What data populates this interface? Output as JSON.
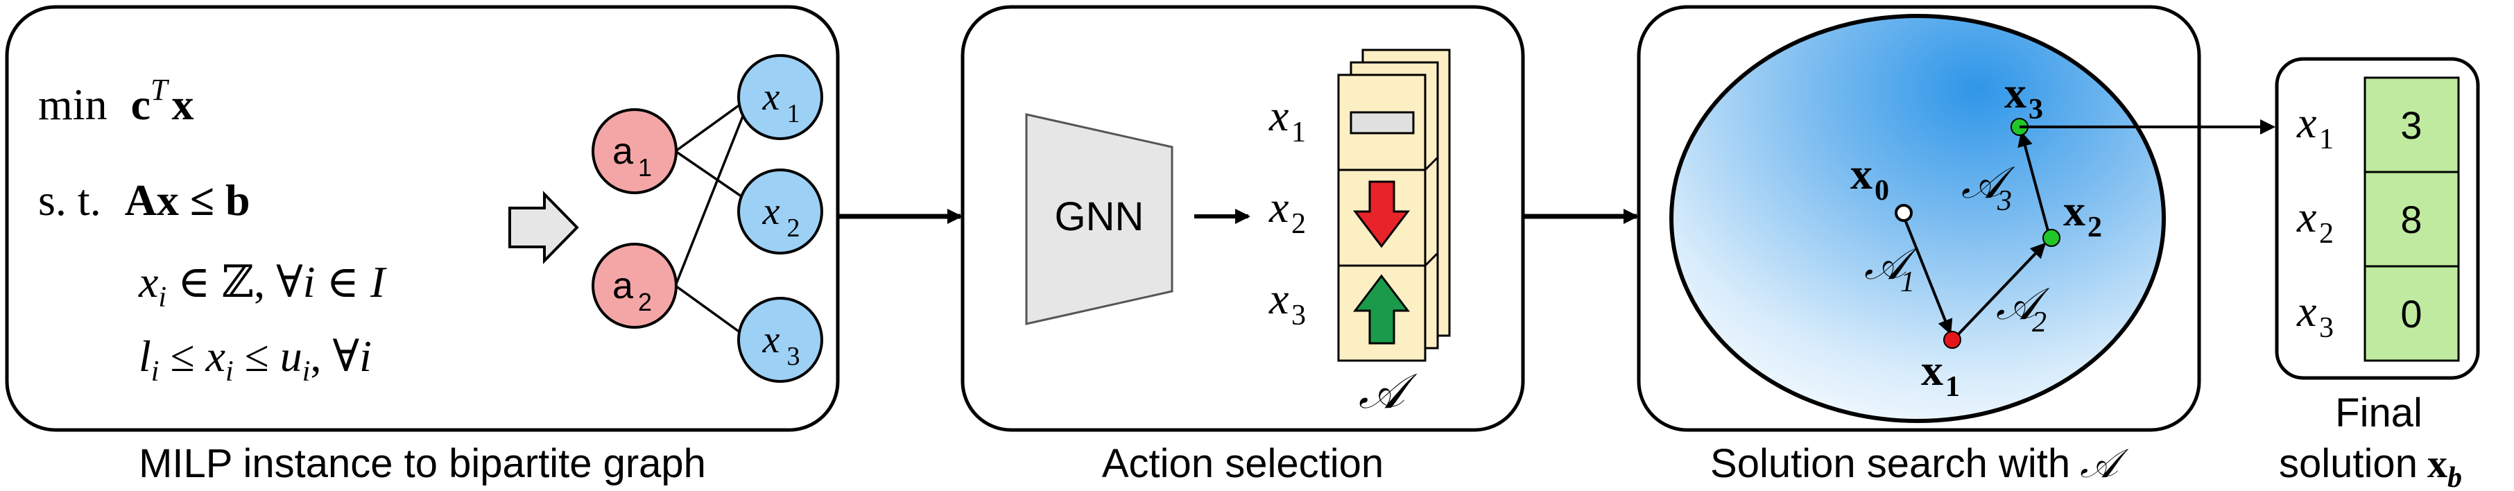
{
  "panels": {
    "milp": {
      "caption": "MILP instance to bipartite graph",
      "objective": {
        "prefix": "min",
        "expr": "c",
        "sup": "T",
        "var": "x"
      },
      "constraint_main": {
        "prefix": "s. t.",
        "expr": "Ax ≤ b"
      },
      "constraint_int": "x_i ∈ ℤ, ∀i ∈ I",
      "constraint_bounds": "l_i ≤ x_i ≤ u_i, ∀i",
      "constraint_nodes": [
        "a1",
        "a2"
      ],
      "variable_nodes": [
        "x1",
        "x2",
        "x3"
      ]
    },
    "action": {
      "caption": "Action selection",
      "gnn_label": "GNN",
      "rows": [
        "x1",
        "x2",
        "x3"
      ],
      "stack_symbol": "𝒜",
      "actions": [
        "neutral",
        "decrease",
        "increase"
      ]
    },
    "search": {
      "caption_prefix": "Solution search with",
      "caption_symbol": "𝒜",
      "points": [
        "x0",
        "x1",
        "x2",
        "x3"
      ],
      "steps": [
        "𝒜1",
        "𝒜2",
        "𝒜3"
      ]
    },
    "final": {
      "caption_line1": "Final",
      "caption_line2": "solution",
      "caption_symbol": "x_b",
      "rows": [
        {
          "var": "x1",
          "value": "3"
        },
        {
          "var": "x2",
          "value": "8"
        },
        {
          "var": "x3",
          "value": "0"
        }
      ]
    }
  },
  "colors": {
    "constraint_node": "#f4a6a6",
    "variable_node": "#9dd0f5",
    "gnn_fill": "#e6e6e6",
    "card_fill": "#fcefc4",
    "down_arrow": "#e8232a",
    "up_arrow": "#1a9a4a",
    "gradient_center": "#2f96e8",
    "solution_cell": "#bfeaa0",
    "point_x1": "#e4161b",
    "point_x2_x3": "#22c52a"
  }
}
